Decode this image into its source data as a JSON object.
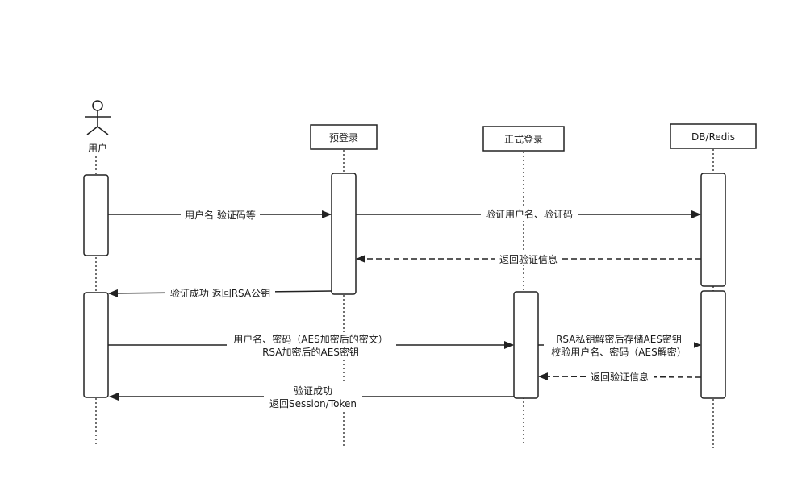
{
  "participants": {
    "user": "用户",
    "prelogin": "预登录",
    "login": "正式登录",
    "db": "DB/Redis"
  },
  "messages": {
    "m1": "用户名 验证码等",
    "m2": "验证用户名、验证码",
    "m3": "返回验证信息",
    "m4": "验证成功 返回RSA公钥",
    "m5_line1": "用户名、密码（AES加密后的密文）",
    "m5_line2": "RSA加密后的AES密钥",
    "m6_line1": "RSA私钥解密后存储AES密钥",
    "m6_line2": "校验用户名、密码（AES解密）",
    "m7": "返回验证信息",
    "m8_line1": "验证成功",
    "m8_line2": "返回Session/Token"
  }
}
